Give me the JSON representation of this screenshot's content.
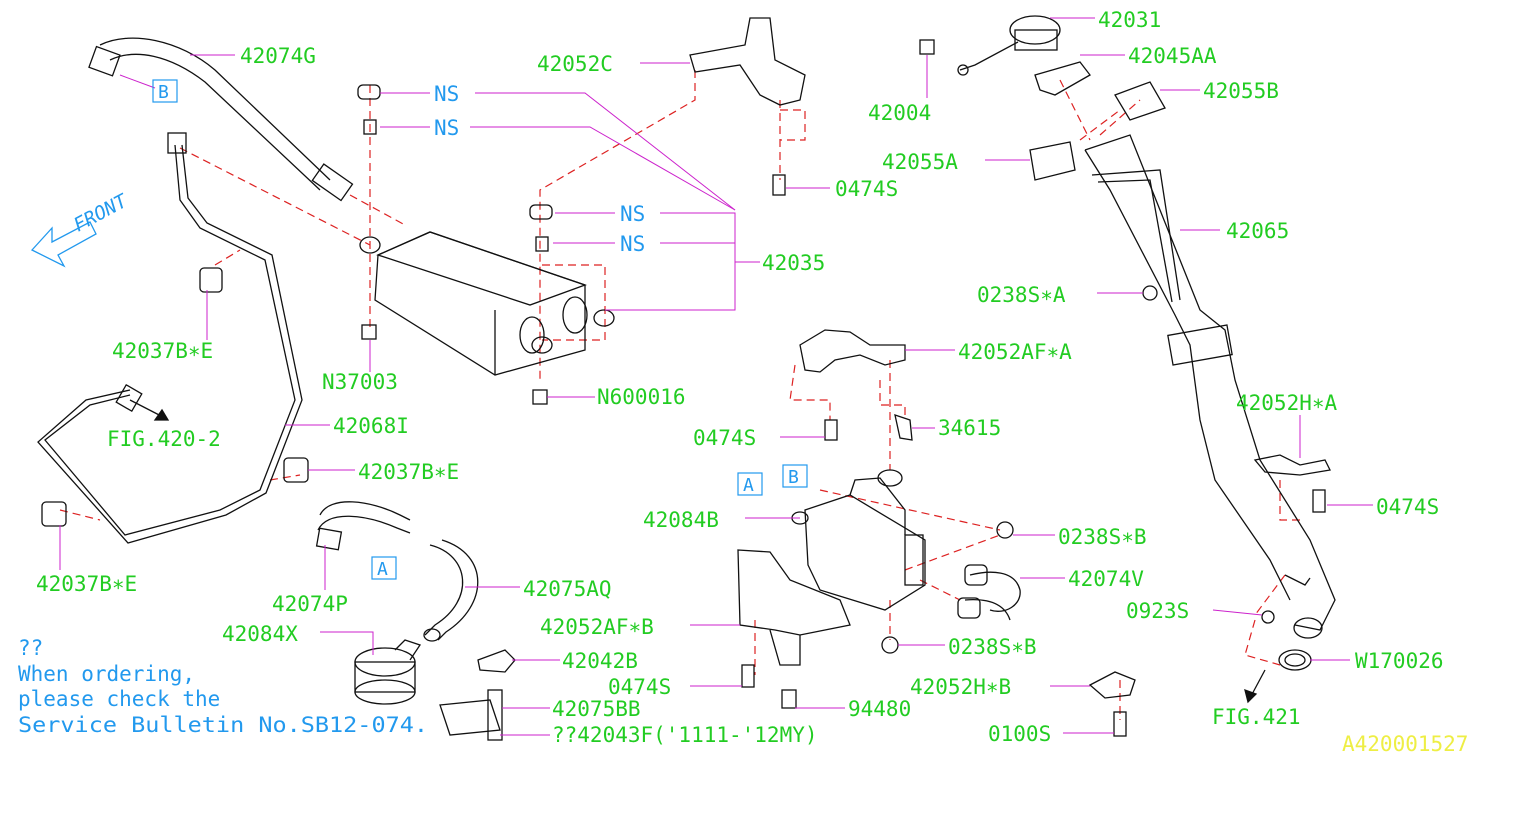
{
  "diagram_id": "A420001527",
  "front_label": "FRONT",
  "note": {
    "line1": "??",
    "line2": "When ordering,",
    "line3": "please check the",
    "line4": "Service Bulletin No.SB12-074."
  },
  "callouts": {
    "p42074G": "42074G",
    "p42052C": "42052C",
    "ns1": "NS",
    "ns2": "NS",
    "ns3": "NS",
    "ns4": "NS",
    "p42035": "42035",
    "p0474S_top": "0474S",
    "p42037BE_1": "42037B∗E",
    "pN37003": "N37003",
    "pN600016": "N600016",
    "pFIG420_2": "FIG.420-2",
    "p42068I": "42068I",
    "p42037BE_2": "42037B∗E",
    "p42037BE_3": "42037B∗E",
    "p42074P": "42074P",
    "p42075AQ": "42075AQ",
    "p42084X": "42084X",
    "p42042B": "42042B",
    "p42075BB": "42075BB",
    "p42043F": "??42043F('1111-'12MY)",
    "p42052AFA": "42052AF∗A",
    "p0474S_mid": "0474S",
    "p34615": "34615",
    "p42084B": "42084B",
    "p0238SB_1": "0238S∗B",
    "p42074V": "42074V",
    "p42052AFB": "42052AF∗B",
    "p0238SB_2": "0238S∗B",
    "p0474S_low": "0474S",
    "p94480": "94480",
    "p42031": "42031",
    "p42045AA": "42045AA",
    "p42004": "42004",
    "p42055B": "42055B",
    "p42055A": "42055A",
    "p42065": "42065",
    "p0238SA": "0238S∗A",
    "p42052HA": "42052H∗A",
    "p0474S_right": "0474S",
    "p0923S": "0923S",
    "pW170026": "W170026",
    "pFIG421": "FIG.421",
    "p42052HB": "42052H∗B",
    "p0100S": "0100S"
  },
  "refs": {
    "b_top": "B",
    "a_hose": "A",
    "a_canister": "A",
    "b_canister": "B"
  },
  "colors": {
    "label_green": "#22cc22",
    "leader_magenta": "#cc22cc",
    "dashed_red": "#dd2222",
    "ref_cyan": "#2299ee",
    "id_yellow": "#eeee44",
    "part_black": "#111111"
  }
}
